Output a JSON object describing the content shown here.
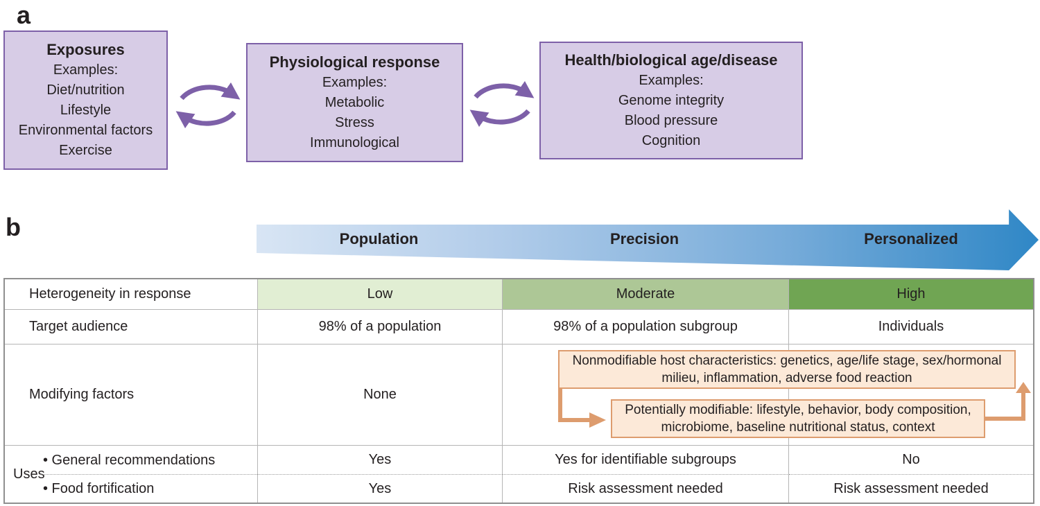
{
  "panel_a": {
    "label": "a",
    "boxes": [
      {
        "title": "Exposures",
        "lines": [
          "Examples:",
          "Diet/nutrition",
          "Lifestyle",
          "Environmental factors",
          "Exercise"
        ]
      },
      {
        "title": "Physiological response",
        "lines": [
          "Examples:",
          "Metabolic",
          "Stress",
          "Immunological"
        ]
      },
      {
        "title": "Health/biological age/disease",
        "lines": [
          "Examples:",
          "Genome integrity",
          "Blood pressure",
          "Cognition"
        ]
      }
    ],
    "colors": {
      "box_fill": "#d7cce6",
      "box_border": "#7d60a8",
      "cycle_arrow": "#7d60a8"
    }
  },
  "panel_b": {
    "label": "b",
    "arrow": {
      "labels": [
        "Population",
        "Precision",
        "Personalized"
      ],
      "gradient_start": "#d8e5f4",
      "gradient_end": "#2f87c6"
    },
    "table": {
      "row_heterogeneity": {
        "header": "Heterogeneity in response",
        "low": "Low",
        "moderate": "Moderate",
        "high": "High",
        "colors": {
          "low": "#e1eed3",
          "moderate": "#adc796",
          "high": "#70a553"
        }
      },
      "row_target": {
        "header": "Target audience",
        "population": "98% of a population",
        "precision": "98% of a population subgroup",
        "personalized": "Individuals"
      },
      "row_modifying": {
        "header": "Modifying factors",
        "population": "None",
        "nonmodifiable_box": "Nonmodifiable host characteristics: genetics, age/life stage, sex/hormonal milieu, inflammation, adverse food reaction",
        "modifiable_box": "Potentially modifiable: lifestyle, behavior, body composition, microbiome, baseline nutritional status, context",
        "colors": {
          "fill": "#fce9d8",
          "border": "#dd9c6e"
        }
      },
      "row_uses": {
        "header": "Uses",
        "sub1_label": "• General recommendations",
        "sub1_population": "Yes",
        "sub1_precision": "Yes for identifiable subgroups",
        "sub1_personalized": "No",
        "sub2_label": "• Food fortification",
        "sub2_population": "Yes",
        "sub2_precision": "Risk assessment needed",
        "sub2_personalized": "Risk assessment needed"
      }
    }
  }
}
